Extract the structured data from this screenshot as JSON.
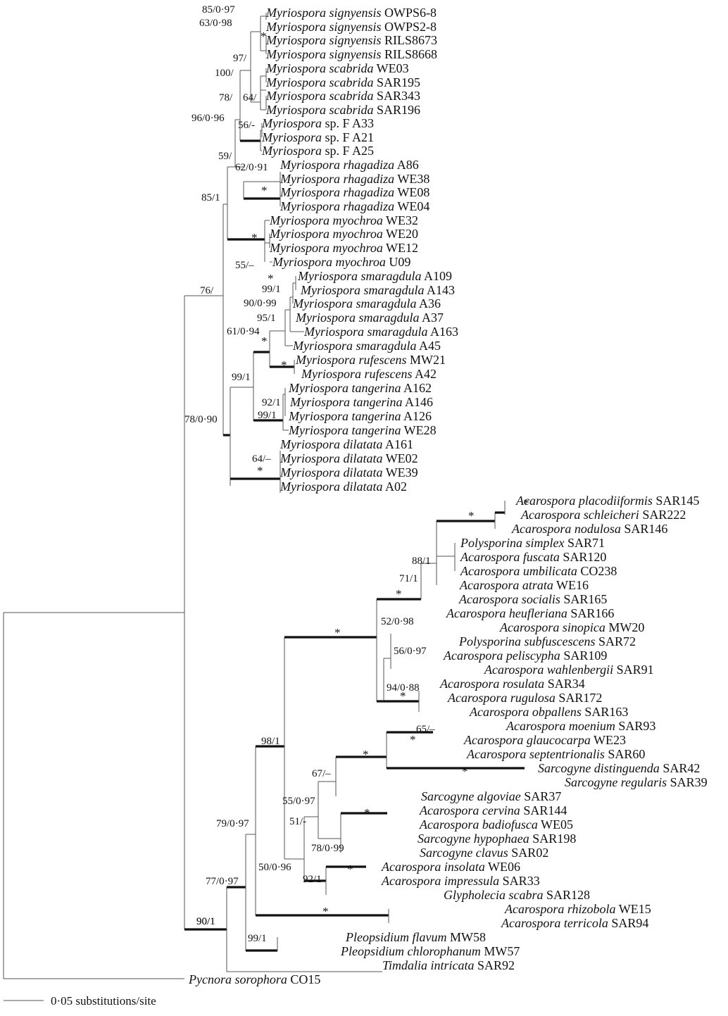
{
  "figure": {
    "scale_bar": {
      "label": "0·05 substitutions/site"
    }
  },
  "taxa": [
    {
      "genus": "Myriospora",
      "epithet": "signyensis",
      "code": "OWPS6-8"
    },
    {
      "genus": "Myriospora",
      "epithet": "signyensis",
      "code": "OWPS2-8"
    },
    {
      "genus": "Myriospora",
      "epithet": "signyensis",
      "code": "RILS8673"
    },
    {
      "genus": "Myriospora",
      "epithet": "signyensis",
      "code": "RILS8668"
    },
    {
      "genus": "Myriospora",
      "epithet": "scabrida",
      "code": "WE03"
    },
    {
      "genus": "Myriospora",
      "epithet": "scabrida",
      "code": "SAR195"
    },
    {
      "genus": "Myriospora",
      "epithet": "scabrida",
      "code": "SAR343"
    },
    {
      "genus": "Myriospora",
      "epithet": "scabrida",
      "code": "SAR196"
    },
    {
      "genus": "Myriospora",
      "epithet": "",
      "code": "sp. F A33"
    },
    {
      "genus": "Myriospora",
      "epithet": "",
      "code": "sp. F A21"
    },
    {
      "genus": "Myriospora",
      "epithet": "",
      "code": "sp. F A25"
    },
    {
      "genus": "Myriospora",
      "epithet": "rhagadiza",
      "code": "A86"
    },
    {
      "genus": "Myriospora",
      "epithet": "rhagadiza",
      "code": "WE38"
    },
    {
      "genus": "Myriospora",
      "epithet": "rhagadiza",
      "code": "WE08"
    },
    {
      "genus": "Myriospora",
      "epithet": "rhagadiza",
      "code": "WE04"
    },
    {
      "genus": "Myriospora",
      "epithet": "myochroa",
      "code": "WE32"
    },
    {
      "genus": "Myriospora",
      "epithet": "myochroa",
      "code": "WE20"
    },
    {
      "genus": "Myriospora",
      "epithet": "myochroa",
      "code": "WE12"
    },
    {
      "genus": "Myriospora",
      "epithet": "myochroa",
      "code": "U09"
    },
    {
      "genus": "Myriospora",
      "epithet": "smaragdula",
      "code": "A109"
    },
    {
      "genus": "Myriospora",
      "epithet": "smaragdula",
      "code": "A143"
    },
    {
      "genus": "Myriospora",
      "epithet": "smaragdula",
      "code": "A36"
    },
    {
      "genus": "Myriospora",
      "epithet": "smaragdula",
      "code": "A37"
    },
    {
      "genus": "Myriospora",
      "epithet": "smaragdula",
      "code": "A163"
    },
    {
      "genus": "Myriospora",
      "epithet": "smaragdula",
      "code": "A45"
    },
    {
      "genus": "Myriospora",
      "epithet": "rufescens",
      "code": "MW21"
    },
    {
      "genus": "Myriospora",
      "epithet": "rufescens",
      "code": "A42"
    },
    {
      "genus": "Myriospora",
      "epithet": "tangerina",
      "code": "A162"
    },
    {
      "genus": "Myriospora",
      "epithet": "tangerina",
      "code": "A146"
    },
    {
      "genus": "Myriospora",
      "epithet": "tangerina",
      "code": "A126"
    },
    {
      "genus": "Myriospora",
      "epithet": "tangerina",
      "code": "WE28"
    },
    {
      "genus": "Myriospora",
      "epithet": "dilatata",
      "code": "A161"
    },
    {
      "genus": "Myriospora",
      "epithet": "dilatata",
      "code": "WE02"
    },
    {
      "genus": "Myriospora",
      "epithet": "dilatata",
      "code": "WE39"
    },
    {
      "genus": "Myriospora",
      "epithet": "dilatata",
      "code": "A02"
    },
    {
      "genus": "Acarospora",
      "epithet": "placodiiformis",
      "code": "SAR145"
    },
    {
      "genus": "Acarospora",
      "epithet": "schleicheri",
      "code": "SAR222"
    },
    {
      "genus": "Acarospora",
      "epithet": "nodulosa",
      "code": "SAR146"
    },
    {
      "genus": "Polysporina",
      "epithet": "simplex",
      "code": "SAR71"
    },
    {
      "genus": "Acarospora",
      "epithet": "fuscata",
      "code": "SAR120"
    },
    {
      "genus": "Acarospora",
      "epithet": "umbilicata",
      "code": "CO238"
    },
    {
      "genus": "Acarospora",
      "epithet": "atrata",
      "code": "WE16"
    },
    {
      "genus": "Acarospora",
      "epithet": "socialis",
      "code": "SAR165"
    },
    {
      "genus": "Acarospora",
      "epithet": "heufleriana",
      "code": "SAR166"
    },
    {
      "genus": "Acarospora",
      "epithet": "sinopica",
      "code": "MW20"
    },
    {
      "genus": "Polysporina",
      "epithet": "subfuscescens",
      "code": "SAR72"
    },
    {
      "genus": "Acarospora",
      "epithet": "peliscypha",
      "code": "SAR109"
    },
    {
      "genus": "Acarospora",
      "epithet": "wahlenbergii",
      "code": "SAR91"
    },
    {
      "genus": "Acarospora",
      "epithet": "rosulata",
      "code": "SAR34"
    },
    {
      "genus": "Acarospora",
      "epithet": "rugulosa",
      "code": "SAR172"
    },
    {
      "genus": "Acarospora",
      "epithet": "obpallens",
      "code": "SAR163"
    },
    {
      "genus": "Acarospora",
      "epithet": "moenium",
      "code": "SAR93"
    },
    {
      "genus": "Acarospora",
      "epithet": "glaucocarpa",
      "code": "WE23"
    },
    {
      "genus": "Acarospora",
      "epithet": "septentrionalis",
      "code": "SAR60"
    },
    {
      "genus": "Sarcogyne",
      "epithet": "distinguenda",
      "code": "SAR42"
    },
    {
      "genus": "Sarcogyne",
      "epithet": "regularis",
      "code": "SAR39"
    },
    {
      "genus": "Sarcogyne",
      "epithet": "algoviae",
      "code": "SAR37"
    },
    {
      "genus": "Acarospora",
      "epithet": "cervina",
      "code": "SAR144"
    },
    {
      "genus": "Acarospora",
      "epithet": "badiofusca",
      "code": "WE05"
    },
    {
      "genus": "Sarcogyne",
      "epithet": "hypophaea",
      "code": "SAR198"
    },
    {
      "genus": "Sarcogyne",
      "epithet": "clavus",
      "code": "SAR02"
    },
    {
      "genus": "Acarospora",
      "epithet": "insolata",
      "code": "WE06"
    },
    {
      "genus": "Acarospora",
      "epithet": "impressula",
      "code": "SAR33"
    },
    {
      "genus": "Glypholecia",
      "epithet": "scabra",
      "code": "SAR128"
    },
    {
      "genus": "Acarospora",
      "epithet": "rhizobola",
      "code": "WE15"
    },
    {
      "genus": "Acarospora",
      "epithet": "terricola",
      "code": "SAR94"
    },
    {
      "genus": "Pleopsidium",
      "epithet": "flavum",
      "code": "MW58"
    },
    {
      "genus": "Pleopsidium",
      "epithet": "chlorophanum",
      "code": "MW57"
    },
    {
      "genus": "Timdalia",
      "epithet": "intricata",
      "code": "SAR92"
    },
    {
      "genus": "Pycnora",
      "epithet": "sorophora",
      "code": "CO15"
    }
  ],
  "support_labels": [
    "85/0·97",
    "63/0·98",
    "*",
    "97/",
    "100/",
    "78/",
    "64/",
    "96/0·96",
    "56/-",
    "59/",
    "62/0·91",
    "*",
    "85/1",
    "*",
    "55/–",
    "76/",
    "*",
    "99/1",
    "90/0·99",
    "95/1",
    "61/0·94",
    "*",
    "*",
    "99/1",
    "92/1",
    "99/1",
    "78/0·90",
    "64/–",
    "*",
    "*",
    "*",
    "90/1",
    "88/1",
    "71/1",
    "*",
    "*",
    "52/0·98",
    "56/0·97",
    "94/0·88",
    "*",
    "65/–",
    "*",
    "*",
    "*",
    "98/1",
    "67/–",
    "55/0·97",
    "51/-",
    "*",
    "78/0·99",
    "50/0·96",
    "*",
    "92/1",
    "79/0·97",
    "77/0·97",
    "*",
    "90/1",
    "99/1"
  ]
}
